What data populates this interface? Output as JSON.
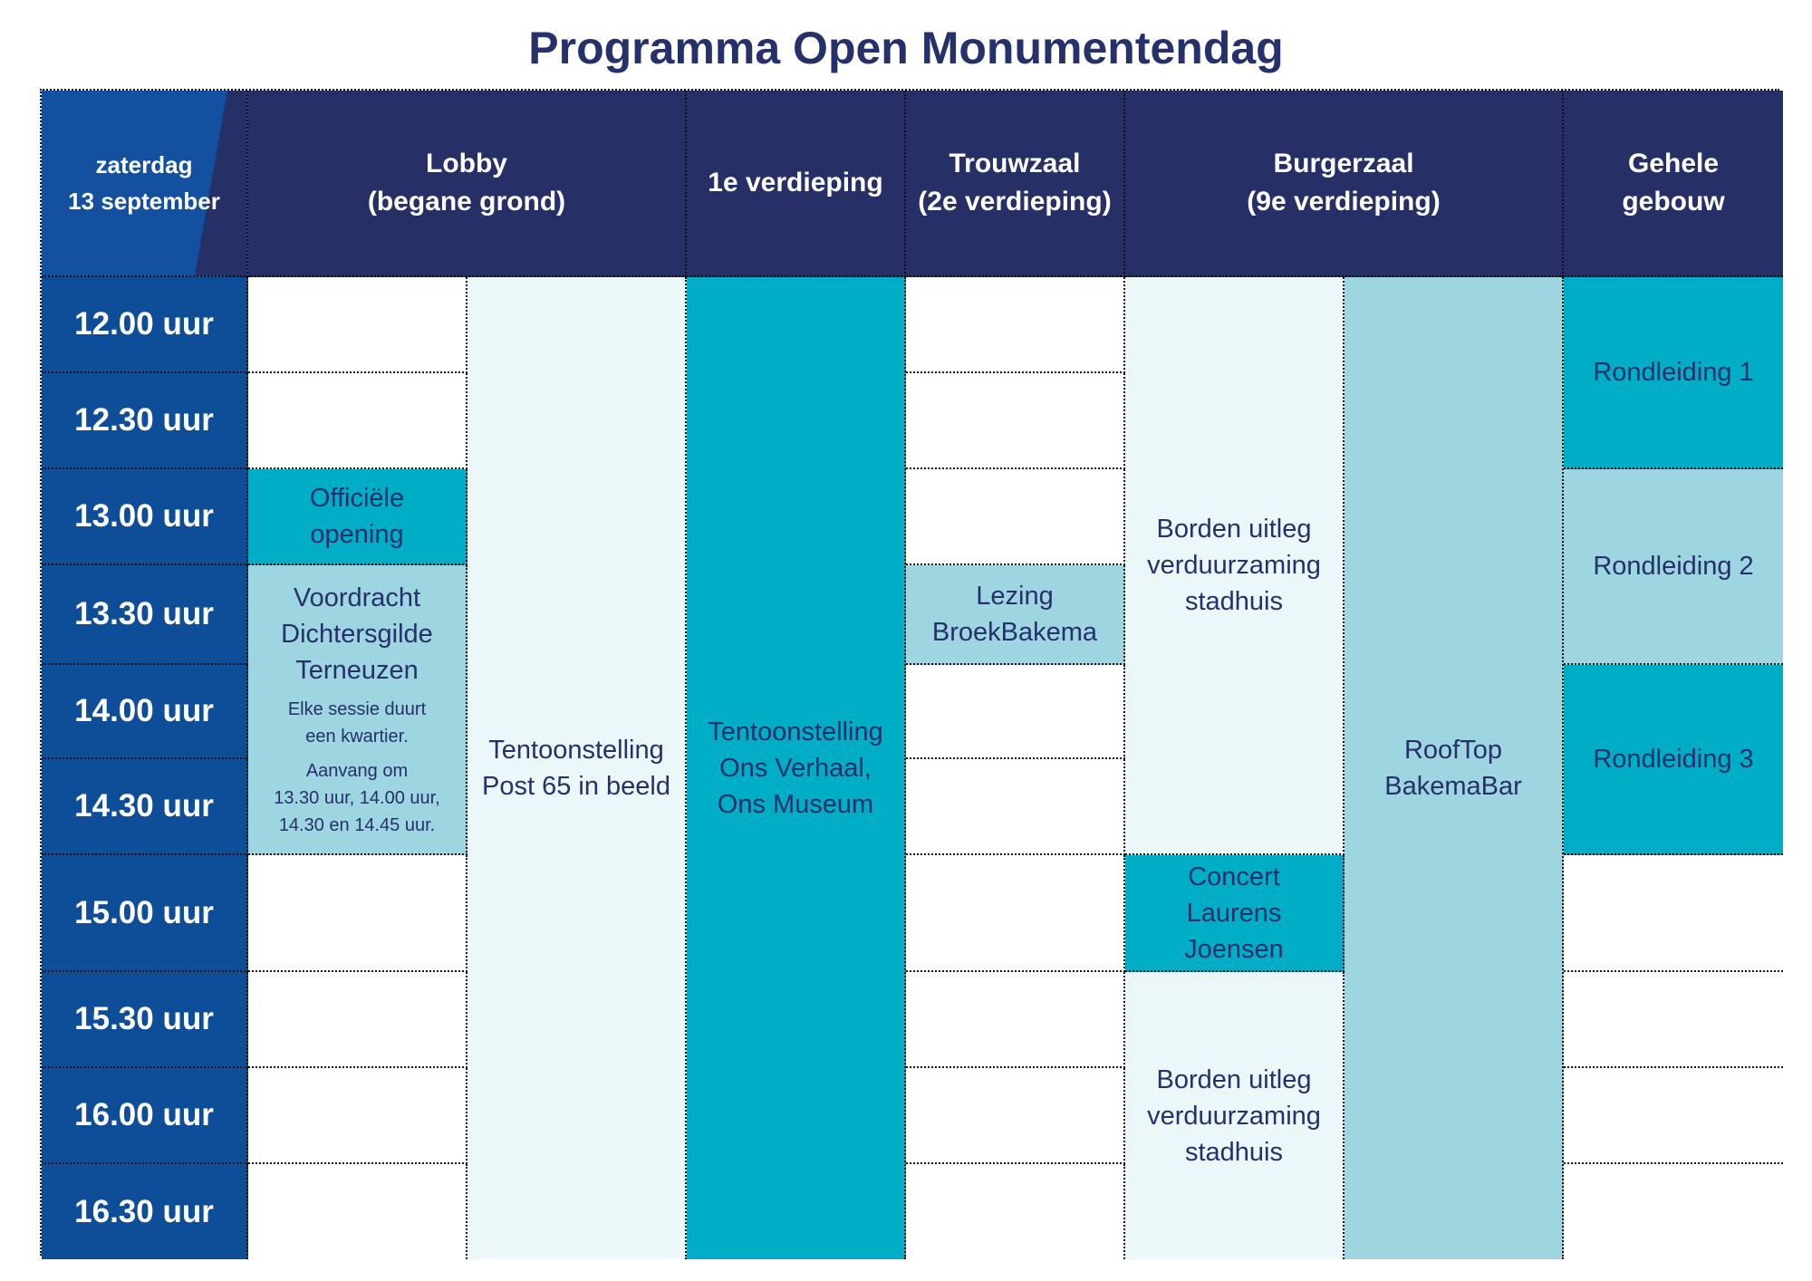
{
  "title": "Programma Open Monumentendag",
  "corner": {
    "day": "zaterdag",
    "date": "13 september"
  },
  "headers": {
    "lobby": [
      "Lobby",
      "(begane grond)"
    ],
    "floor1": "1e verdieping",
    "trouwzaal": [
      "Trouwzaal",
      "(2e verdieping)"
    ],
    "burgerzaal": [
      "Burgerzaal",
      "(9e verdieping)"
    ],
    "gebouw": [
      "Gehele",
      "gebouw"
    ]
  },
  "times": [
    "12.00 uur",
    "12.30 uur",
    "13.00 uur",
    "13.30 uur",
    "14.00 uur",
    "14.30 uur",
    "15.00 uur",
    "15.30 uur",
    "16.00 uur",
    "16.30 uur"
  ],
  "events": {
    "opening": [
      "Officiële",
      "opening"
    ],
    "voordracht": [
      "Voordracht",
      "Dichtersgilde",
      "Terneuzen"
    ],
    "voordracht_note1": [
      "Elke sessie duurt",
      "een kwartier."
    ],
    "voordracht_note2": [
      "Aanvang om",
      "13.30 uur, 14.00 uur,",
      "14.30 en 14.45 uur."
    ],
    "post65": [
      "Tentoonstelling",
      "Post 65 in beeld"
    ],
    "onsverhaal": [
      "Tentoonstelling",
      "Ons Verhaal,",
      "Ons Museum"
    ],
    "lezing": [
      "Lezing",
      "BroekBakema"
    ],
    "borden1": [
      "Borden uitleg",
      "verduurzaming",
      "stadhuis"
    ],
    "concert": [
      "Concert",
      "Laurens",
      "Joensen"
    ],
    "borden2": [
      "Borden uitleg",
      "verduurzaming",
      "stadhuis"
    ],
    "rooftop": [
      "RoofTop",
      "BakemaBar"
    ],
    "rondleiding1": "Rondleiding 1",
    "rondleiding2": "Rondleiding 2",
    "rondleiding3": "Rondleiding 3"
  },
  "colors": {
    "header": "#262f66",
    "time": "#0e4d97",
    "teal": "#00adc7",
    "light": "#9dd5e0",
    "pale": "#ebf7f9",
    "title": "#26306b"
  }
}
